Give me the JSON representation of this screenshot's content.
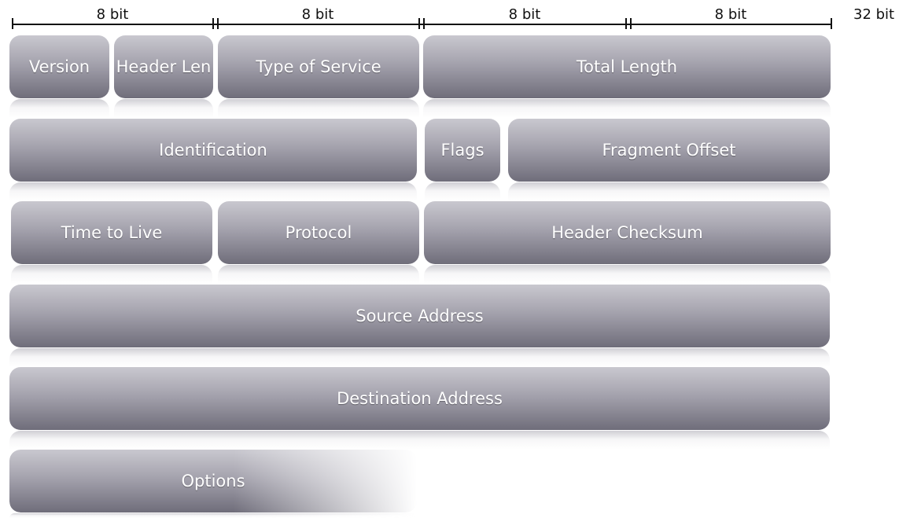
{
  "scale": {
    "segments": [
      "8 bit",
      "8 bit",
      "8 bit",
      "8 bit"
    ],
    "total": "32 bit"
  },
  "fields": {
    "version": "Version",
    "header_len": "Header Len",
    "type_of_service": "Type of Service",
    "total_length": "Total Length",
    "identification": "Identification",
    "flags": "Flags",
    "fragment_offset": "Fragment Offset",
    "time_to_live": "Time to Live",
    "protocol": "Protocol",
    "header_checksum": "Header Checksum",
    "source_address": "Source Address",
    "destination_address": "Destination Address",
    "options": "Options"
  }
}
